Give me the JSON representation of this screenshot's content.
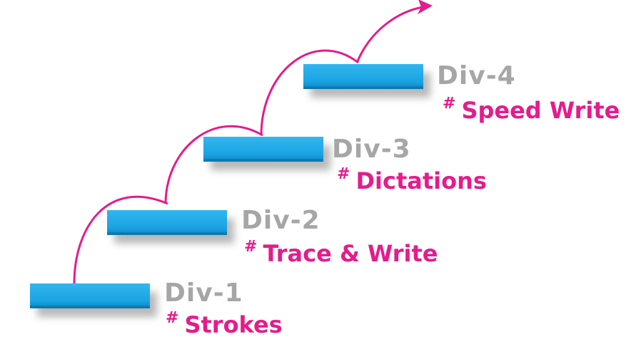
{
  "colors": {
    "step": "#1aa3e3",
    "division": "#a6a6a6",
    "accent": "#e41c8c"
  },
  "steps": [
    {
      "division": "Div-1",
      "hash": "#",
      "activity": "Strokes"
    },
    {
      "division": "Div-2",
      "hash": "#",
      "activity": "Trace & Write"
    },
    {
      "division": "Div-3",
      "hash": "#",
      "activity": "Dictations"
    },
    {
      "division": "Div-4",
      "hash": "#",
      "activity": "Speed Write"
    }
  ],
  "icons": {
    "arrow": "arrow-head-icon"
  }
}
